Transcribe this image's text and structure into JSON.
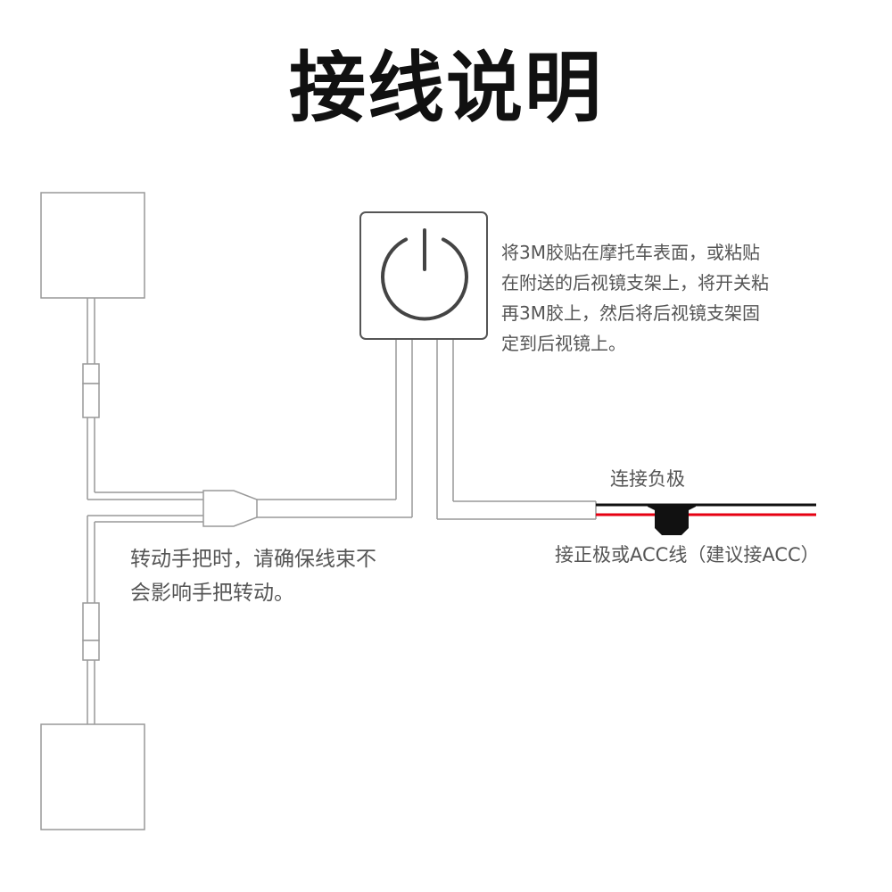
{
  "title": "接线说明",
  "notes": {
    "mount": "将3M胶贴在摩托车表面，或粘贴\n在附送的后视镜支架上，将开关粘\n再3M胶上，然后将后视镜支架固\n定到后视镜上。",
    "negative": "连接负极",
    "positive": "接正极或ACC线（建议接ACC）",
    "handle": "转动手把时，请确保线束不\n会影响手把转动。"
  },
  "colors": {
    "wire_outline": "#999999",
    "positive_wire": "#e60012",
    "negative_wire": "#111111",
    "power_icon": "#444444",
    "fuse_holder": "#111111",
    "text": "#555555",
    "title": "#111111"
  },
  "icons": [
    "power-icon"
  ]
}
